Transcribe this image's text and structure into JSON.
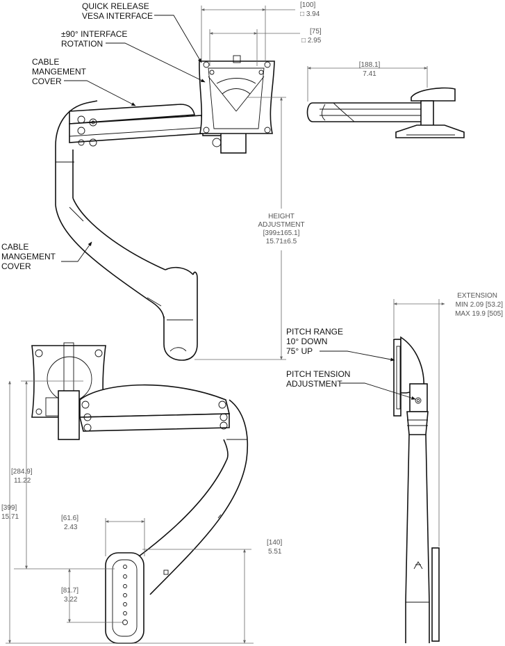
{
  "labels": {
    "quick_release_1": "QUICK RELEASE",
    "quick_release_2": "VESA INTERFACE",
    "rotation_1": "±90° INTERFACE",
    "rotation_2": "ROTATION",
    "cover_top_1": "CABLE",
    "cover_top_2": "MANGEMENT",
    "cover_top_3": "COVER",
    "cover_side_1": "CABLE",
    "cover_side_2": "MANGEMENT",
    "cover_side_3": "COVER",
    "pitch_range_1": "PITCH RANGE",
    "pitch_range_2": "10° DOWN",
    "pitch_range_3": "75° UP",
    "pitch_tension_1": "PITCH TENSION",
    "pitch_tension_2": "ADJUSTMENT"
  },
  "dimensions": {
    "vesa_100_mm": "[100]",
    "vesa_100_in": "□ 3.94",
    "vesa_75_mm": "[75]",
    "vesa_75_in": "□ 2.95",
    "depth_mm": "[188.1]",
    "depth_in": "7.41",
    "height_adj_1": "HEIGHT",
    "height_adj_2": "ADJUSTMENT",
    "height_adj_mm": "[399±165.1]",
    "height_adj_in": "15.71±6.5",
    "extension_1": "EXTENSION",
    "extension_2": "MIN 2.09 [53.2]",
    "extension_3": "MAX 19.9 [505]",
    "low_height_mm": "[284.9]",
    "low_height_in": "11.22",
    "total_height_mm": "[399]",
    "total_height_in": "15.71",
    "mount_width_mm": "[61.6]",
    "mount_width_in": "2.43",
    "hole_span_mm": "[81.7]",
    "hole_span_in": "3.22",
    "reach_mm": "[140]",
    "reach_in": "5.51"
  }
}
